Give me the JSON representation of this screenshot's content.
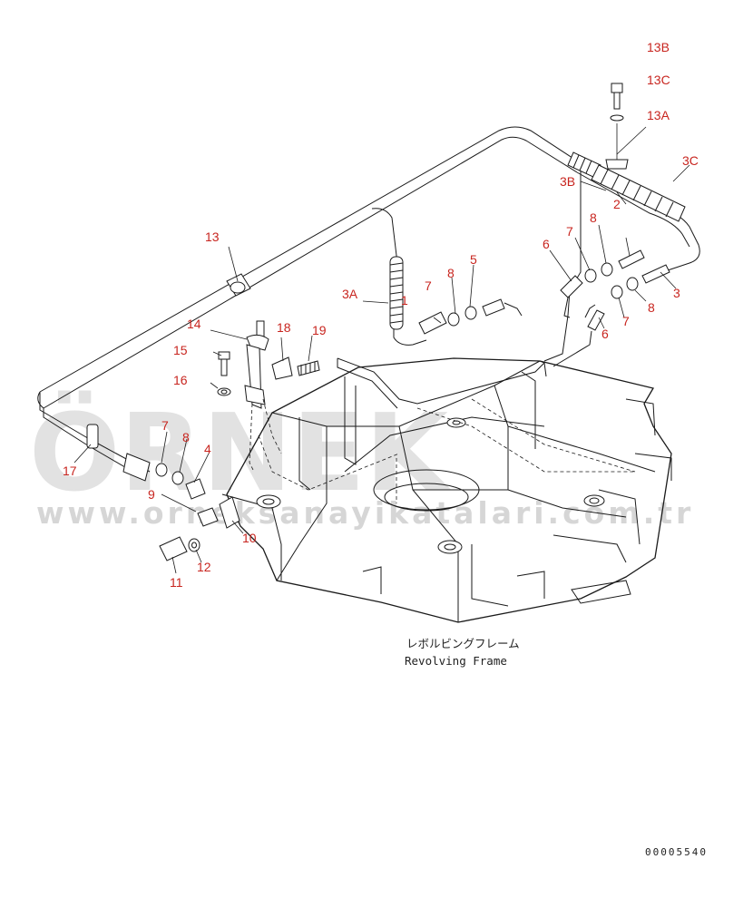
{
  "watermark": {
    "logo": "ÖRNEK",
    "url": "www.orneksanayikatalari.com.tr"
  },
  "frame_label_jp": "レボルビングフレーム",
  "frame_label_en": "Revolving Frame",
  "document_number": "00005540",
  "callouts": [
    "13B",
    "13C",
    "13A",
    "3C",
    "3B",
    "2",
    "13",
    "3A",
    "1",
    "7",
    "8",
    "5",
    "6",
    "7",
    "8",
    "3",
    "6",
    "7",
    "8",
    "14",
    "18",
    "19",
    "15",
    "16",
    "7",
    "8",
    "4",
    "17",
    "9",
    "10",
    "11",
    "12"
  ],
  "colors": {
    "callout": "#c8251f",
    "line": "#1a1a1a",
    "watermark": "#d9d9d9"
  }
}
